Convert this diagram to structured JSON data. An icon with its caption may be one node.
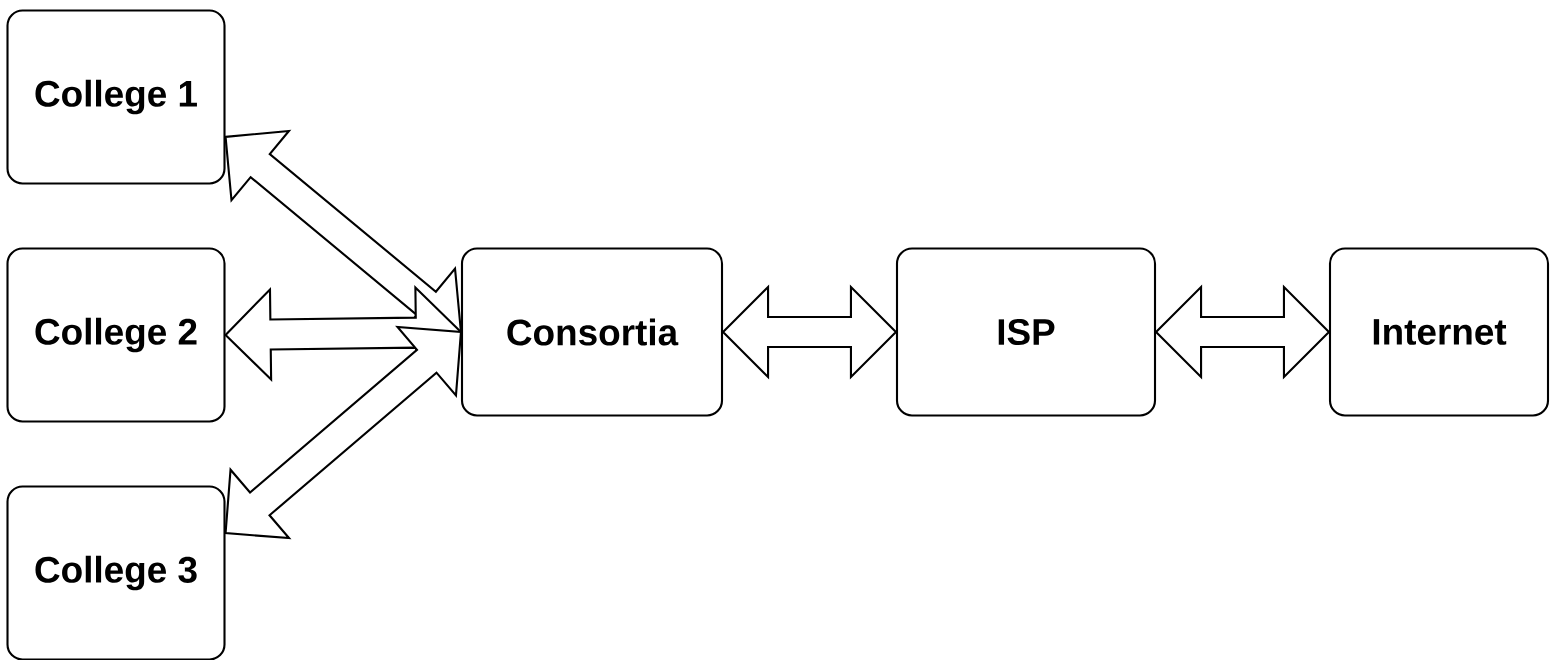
{
  "diagram": {
    "nodes": [
      {
        "text": [
          "College 1"
        ]
      },
      {
        "text": [
          "College 2"
        ]
      },
      {
        "text": [
          "College 3"
        ]
      },
      {
        "text": [
          "Consortia"
        ]
      },
      {
        "text": [
          "ISP"
        ]
      },
      {
        "text": [
          "Internet"
        ]
      }
    ],
    "edges": [
      {
        "from": 0,
        "to": 3,
        "arrow": "both"
      },
      {
        "from": 1,
        "to": 3,
        "arrow": "both"
      },
      {
        "from": 2,
        "to": 3,
        "arrow": "both"
      },
      {
        "from": 3,
        "to": 4,
        "arrow": "both"
      },
      {
        "from": 4,
        "to": 5,
        "arrow": "both"
      }
    ]
  }
}
